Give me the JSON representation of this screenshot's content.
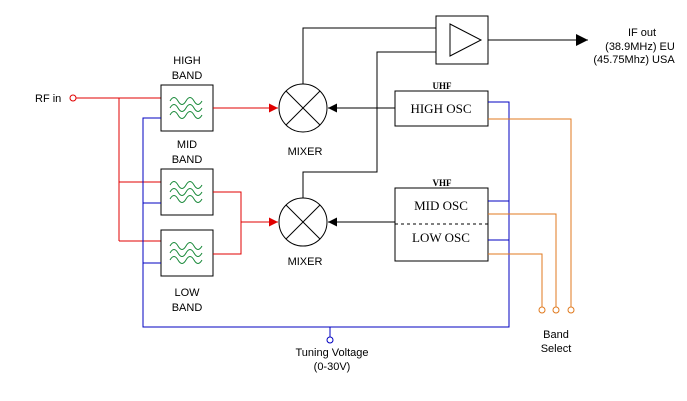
{
  "labels": {
    "rf_in": "RF in",
    "if_out": "IF out",
    "if_eu": "(38.9MHz) EU",
    "if_usa": "(45.75Mhz) USA",
    "high_band_1": "HIGH",
    "high_band_2": "BAND",
    "mid_band_1": "MID",
    "mid_band_2": "BAND",
    "low_band_1": "LOW",
    "low_band_2": "BAND",
    "mixer_top": "MIXER",
    "mixer_bottom": "MIXER",
    "uhf": "UHF",
    "vhf": "VHF",
    "high_osc": "HIGH OSC",
    "mid_osc": "MID OSC",
    "low_osc": "LOW OSC",
    "band_select_1": "Band",
    "band_select_2": "Select",
    "tuning_voltage_1": "Tuning Voltage",
    "tuning_voltage_2": "(0-30V)"
  },
  "colors": {
    "rf_path": "#e00000",
    "tuning_line": "#0000c0",
    "band_select": "#e07a1f",
    "filter_wave": "#1a8a3a",
    "signal": "#000000"
  },
  "icons": {
    "mixer": "mixer-cross-circle-icon",
    "amplifier": "amplifier-triangle-icon",
    "filter": "bandpass-filter-wave-icon"
  }
}
